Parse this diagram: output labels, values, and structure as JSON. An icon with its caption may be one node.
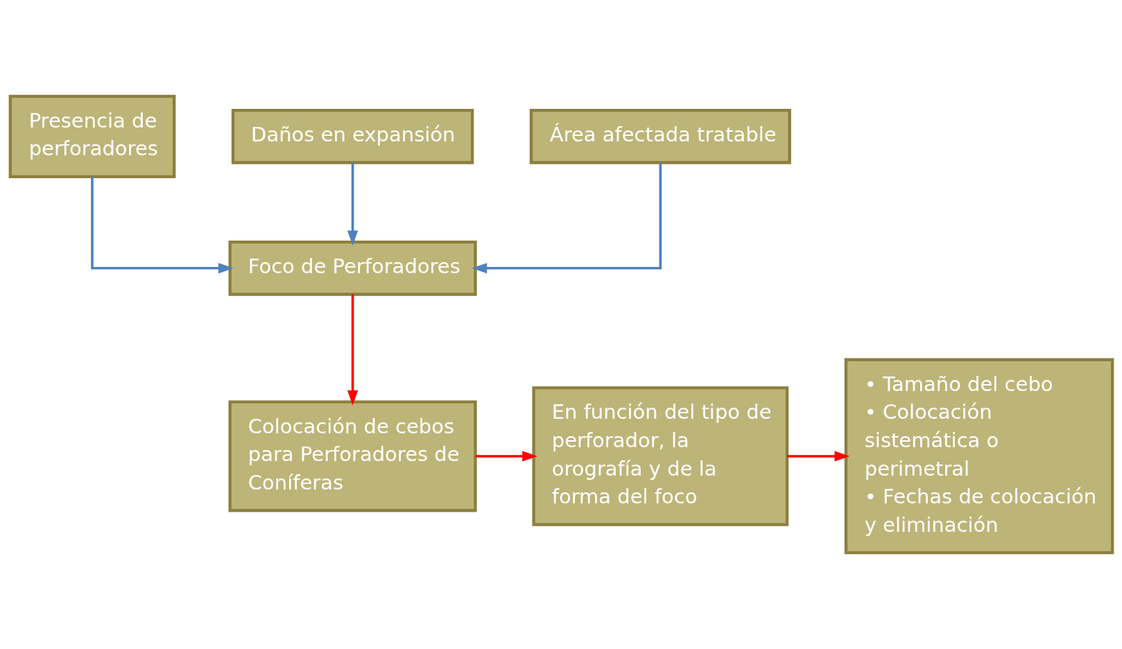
{
  "diagram": {
    "nodes": [
      {
        "text": [
          "Presencia de perforadores"
        ]
      },
      {
        "text": [
          "Daños en expansión"
        ]
      },
      {
        "text": [
          "Área afectada tratable"
        ]
      },
      {
        "text": [
          "Foco de Perforadores"
        ]
      },
      {
        "text": [
          "Colocación de cebos para Perforadores de Coníferas"
        ]
      },
      {
        "text": [
          "En función del tipo de perforador, la orografía y de la forma del foco"
        ]
      },
      {
        "text": [
          "• Tamaño del cebo",
          "• Colocación sistemática o perimetral",
          "• Fechas de colocación y eliminación"
        ]
      }
    ],
    "edges": [
      {
        "from": 0,
        "to": 3,
        "arrow": "to",
        "color": "#4f81bd"
      },
      {
        "from": 1,
        "to": 3,
        "arrow": "to",
        "color": "#4f81bd"
      },
      {
        "from": 2,
        "to": 3,
        "arrow": "to",
        "color": "#4f81bd"
      },
      {
        "from": 3,
        "to": 4,
        "arrow": "to",
        "color": "#ff0000"
      },
      {
        "from": 4,
        "to": 5,
        "arrow": "to",
        "color": "#ff0000"
      },
      {
        "from": 5,
        "to": 6,
        "arrow": "to",
        "color": "#ff0000"
      }
    ]
  }
}
